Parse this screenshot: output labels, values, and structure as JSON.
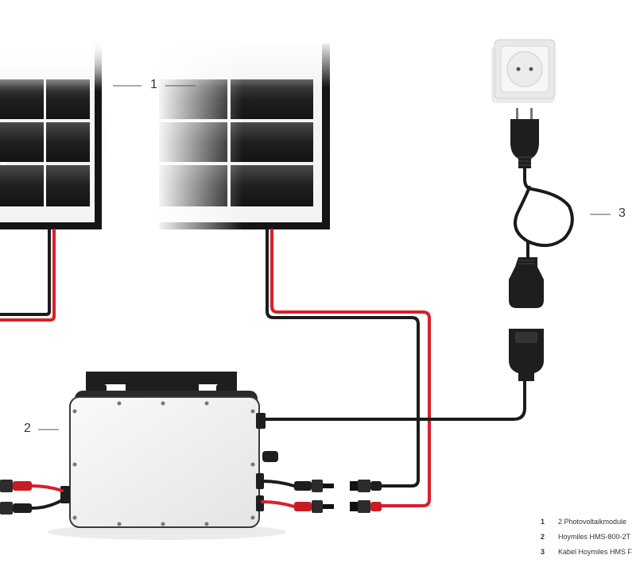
{
  "callouts": {
    "panels": "1",
    "inverter": "2",
    "cable": "3"
  },
  "legend": [
    {
      "number": "1",
      "text": "2 Photovoltaikmodule"
    },
    {
      "number": "2",
      "text": "Hoymiles HMS-800-2T"
    },
    {
      "number": "3",
      "text": "Kabel Hoymiles HMS F"
    }
  ],
  "colors": {
    "cable_black": "#1b1b1b",
    "cable_red": "#d8202a",
    "panel_frame": "#1a1a1a",
    "panel_cell": "#2b2b2b",
    "inverter_body": "#f1f1f1",
    "socket": "#e6e6e6"
  }
}
